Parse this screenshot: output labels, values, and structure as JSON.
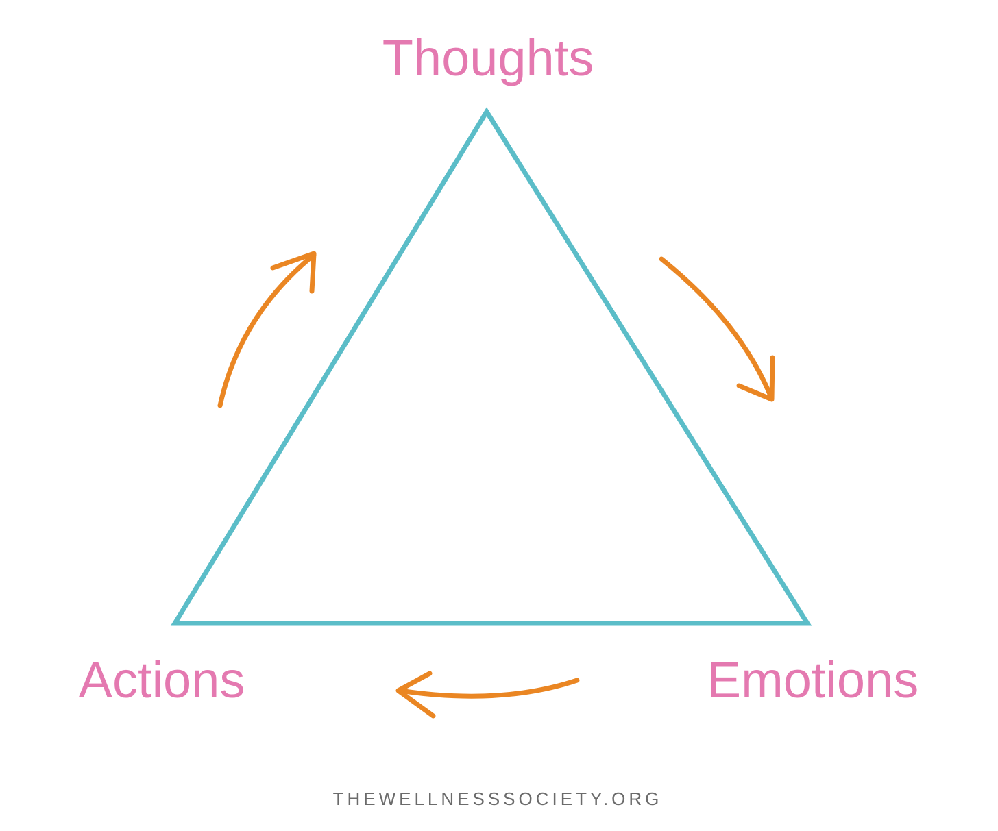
{
  "diagram": {
    "nodes": {
      "thoughts": "Thoughts",
      "emotions": "Emotions",
      "actions": "Actions"
    },
    "cycle_order": [
      "Thoughts",
      "Emotions",
      "Actions"
    ],
    "footer": "THEWELLNESSSOCIETY.ORG"
  },
  "colors": {
    "label": "#e479b0",
    "triangle": "#5bbdc8",
    "arrow": "#ea8623",
    "footer": "#6b6b6b",
    "background": "#ffffff"
  },
  "icons": {
    "cycle_arrows": "curved-arrow-icon"
  }
}
